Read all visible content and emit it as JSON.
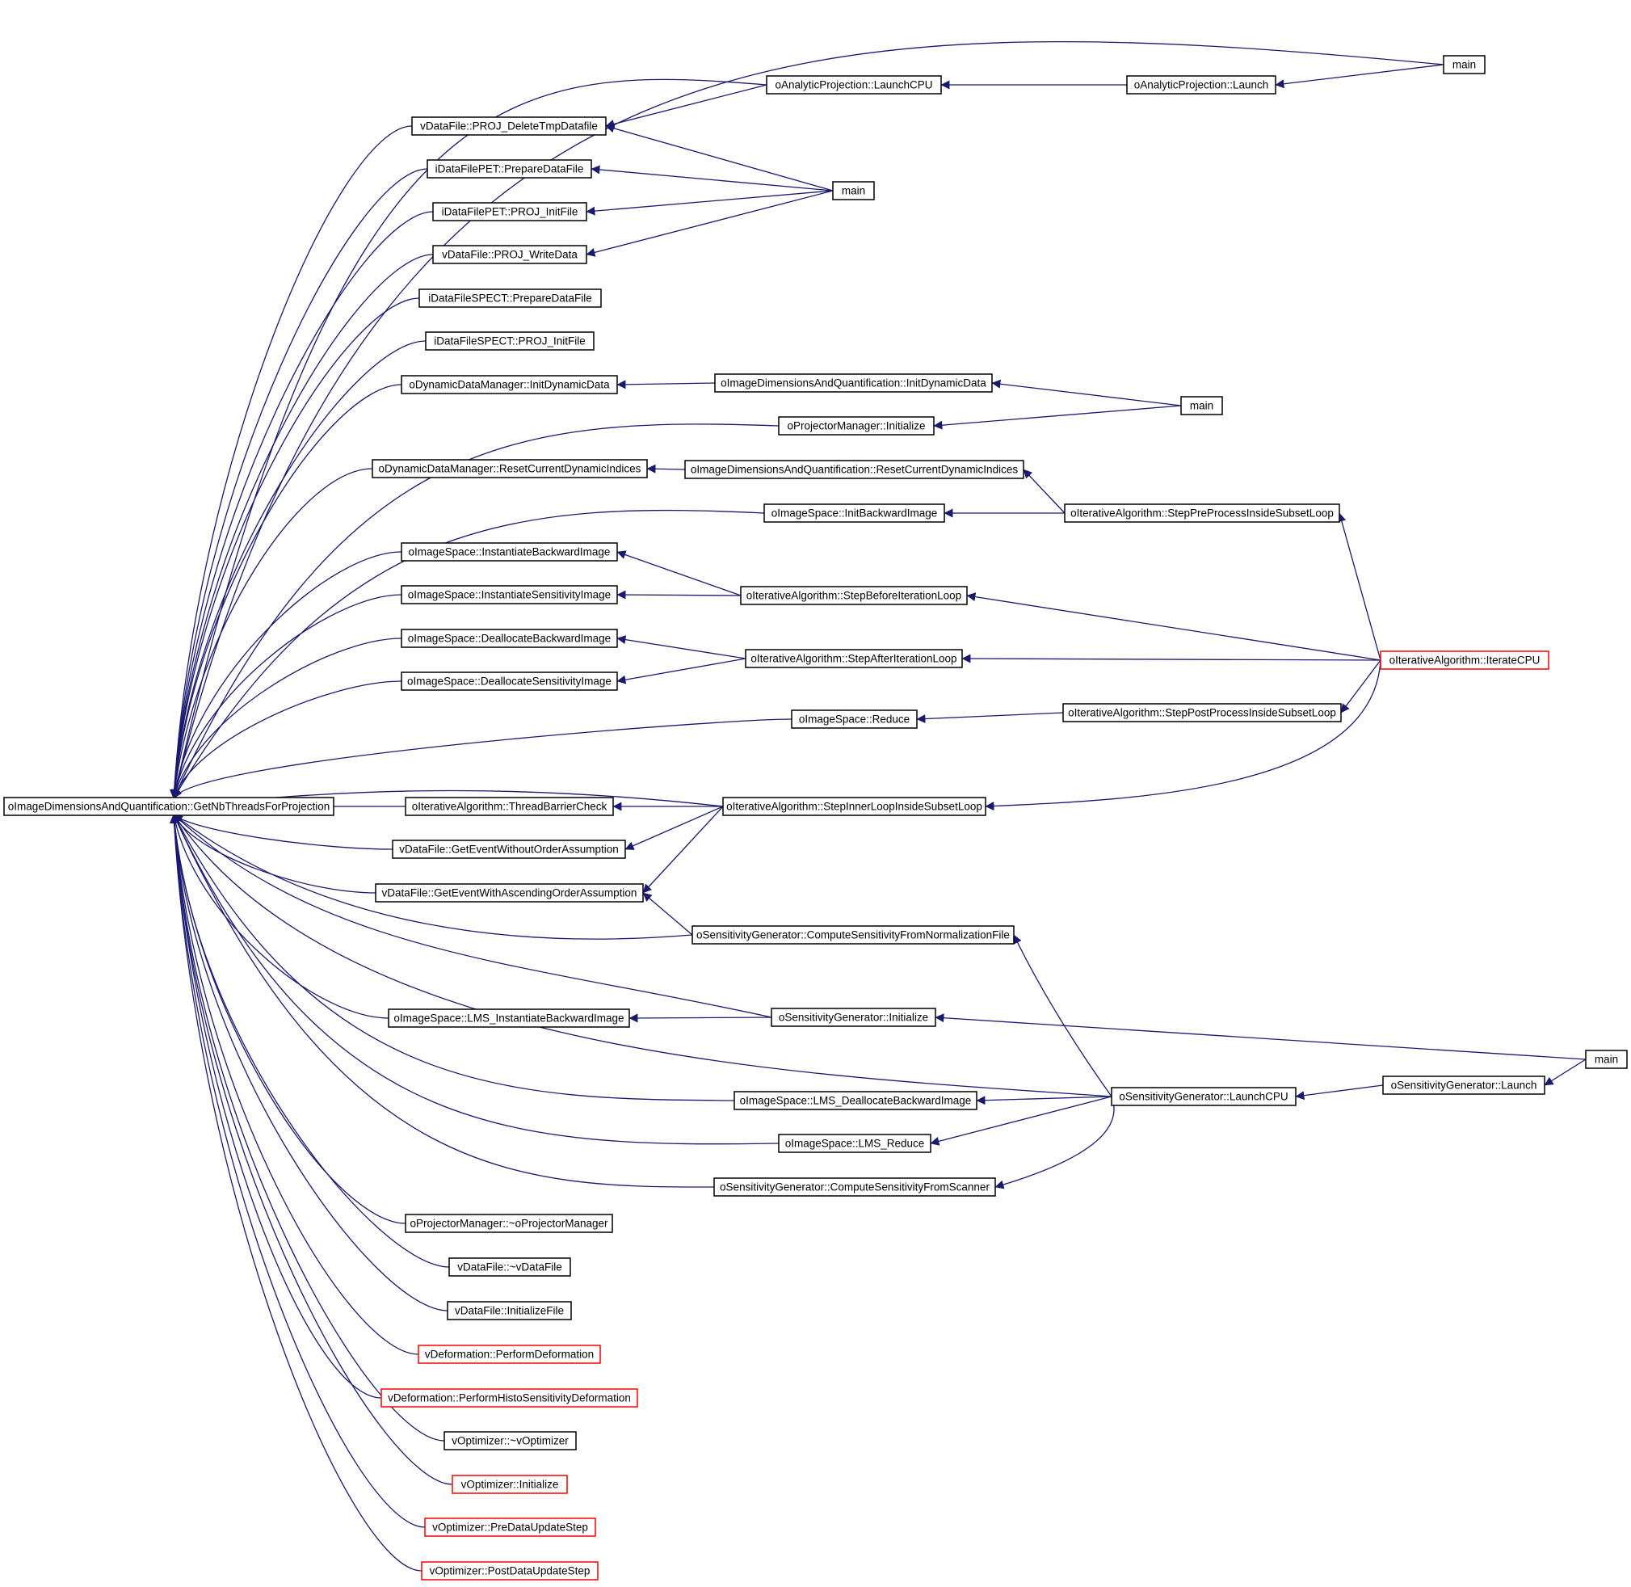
{
  "colors": {
    "edge": "#191970",
    "box_border": "#000000",
    "box_border_truncated": "#ff0000",
    "root_fill": "#bfbfbf",
    "node_fill": "#ffffff",
    "text": "#000000"
  },
  "nodes": {
    "n0": {
      "label": "oImageDimensionsAndQuantification::GetNbThreadsForProjection",
      "root": true
    },
    "n1": {
      "label": "vDataFile::PROJ_DeleteTmpDatafile"
    },
    "n2": {
      "label": "iDataFilePET::PrepareDataFile"
    },
    "n3": {
      "label": "iDataFilePET::PROJ_InitFile"
    },
    "n4": {
      "label": "vDataFile::PROJ_WriteData"
    },
    "n5": {
      "label": "iDataFileSPECT::PrepareDataFile"
    },
    "n6": {
      "label": "iDataFileSPECT::PROJ_InitFile"
    },
    "n7": {
      "label": "oDynamicDataManager::InitDynamicData"
    },
    "n8": {
      "label": "oDynamicDataManager::ResetCurrentDynamicIndices"
    },
    "n9": {
      "label": "oImageSpace::InstantiateBackwardImage"
    },
    "n10": {
      "label": "oImageSpace::InstantiateSensitivityImage"
    },
    "n11": {
      "label": "oImageSpace::DeallocateBackwardImage"
    },
    "n12": {
      "label": "oImageSpace::DeallocateSensitivityImage"
    },
    "n13": {
      "label": "oIterativeAlgorithm::ThreadBarrierCheck"
    },
    "n14": {
      "label": "vDataFile::GetEventWithoutOrderAssumption"
    },
    "n15": {
      "label": "vDataFile::GetEventWithAscendingOrderAssumption"
    },
    "n16": {
      "label": "oImageSpace::LMS_InstantiateBackwardImage"
    },
    "n17": {
      "label": "oProjectorManager::~oProjectorManager"
    },
    "n18": {
      "label": "vDataFile::~vDataFile"
    },
    "n19": {
      "label": "vDataFile::InitializeFile"
    },
    "n20": {
      "label": "vDeformation::PerformDeformation",
      "truncated": true
    },
    "n21": {
      "label": "vDeformation::PerformHistoSensitivityDeformation",
      "truncated": true
    },
    "n22": {
      "label": "vOptimizer::~vOptimizer"
    },
    "n23": {
      "label": "vOptimizer::Initialize",
      "truncated": true
    },
    "n24": {
      "label": "vOptimizer::PreDataUpdateStep",
      "truncated": true
    },
    "n25": {
      "label": "vOptimizer::PostDataUpdateStep",
      "truncated": true
    },
    "n26": {
      "label": "oAnalyticProjection::LaunchCPU"
    },
    "n27": {
      "label": "main"
    },
    "n28": {
      "label": "oImageDimensionsAndQuantification::InitDynamicData"
    },
    "n29": {
      "label": "oProjectorManager::Initialize"
    },
    "n30": {
      "label": "oImageDimensionsAndQuantification::ResetCurrentDynamicIndices"
    },
    "n31": {
      "label": "oImageSpace::InitBackwardImage"
    },
    "n32": {
      "label": "oIterativeAlgorithm::StepBeforeIterationLoop"
    },
    "n33": {
      "label": "oIterativeAlgorithm::StepAfterIterationLoop"
    },
    "n34": {
      "label": "oImageSpace::Reduce"
    },
    "n35": {
      "label": "oIterativeAlgorithm::StepInnerLoopInsideSubsetLoop"
    },
    "n36": {
      "label": "oSensitivityGenerator::ComputeSensitivityFromNormalizationFile"
    },
    "n37": {
      "label": "oSensitivityGenerator::Initialize"
    },
    "n38": {
      "label": "oImageSpace::LMS_DeallocateBackwardImage"
    },
    "n39": {
      "label": "oImageSpace::LMS_Reduce"
    },
    "n40": {
      "label": "oSensitivityGenerator::ComputeSensitivityFromScanner"
    },
    "n41": {
      "label": "oAnalyticProjection::Launch"
    },
    "n42": {
      "label": "main"
    },
    "n43": {
      "label": "oIterativeAlgorithm::StepPreProcessInsideSubsetLoop"
    },
    "n44": {
      "label": "oIterativeAlgorithm::IterateCPU",
      "truncated": true
    },
    "n45": {
      "label": "oIterativeAlgorithm::StepPostProcessInsideSubsetLoop"
    },
    "n46": {
      "label": "oSensitivityGenerator::LaunchCPU"
    },
    "n47": {
      "label": "main"
    },
    "n48": {
      "label": "oSensitivityGenerator::Launch"
    },
    "n49": {
      "label": "main"
    }
  },
  "edges": [
    [
      "n1",
      "n0"
    ],
    [
      "n2",
      "n0"
    ],
    [
      "n3",
      "n0"
    ],
    [
      "n4",
      "n0"
    ],
    [
      "n5",
      "n0"
    ],
    [
      "n6",
      "n0"
    ],
    [
      "n7",
      "n0"
    ],
    [
      "n8",
      "n0"
    ],
    [
      "n9",
      "n0"
    ],
    [
      "n10",
      "n0"
    ],
    [
      "n11",
      "n0"
    ],
    [
      "n12",
      "n0"
    ],
    [
      "n13",
      "n0"
    ],
    [
      "n14",
      "n0"
    ],
    [
      "n15",
      "n0"
    ],
    [
      "n16",
      "n0"
    ],
    [
      "n17",
      "n0"
    ],
    [
      "n18",
      "n0"
    ],
    [
      "n19",
      "n0"
    ],
    [
      "n20",
      "n0"
    ],
    [
      "n21",
      "n0"
    ],
    [
      "n22",
      "n0"
    ],
    [
      "n23",
      "n0"
    ],
    [
      "n24",
      "n0"
    ],
    [
      "n25",
      "n0"
    ],
    [
      "n26",
      "n0"
    ],
    [
      "n29",
      "n0"
    ],
    [
      "n31",
      "n0"
    ],
    [
      "n34",
      "n0"
    ],
    [
      "n35",
      "n0"
    ],
    [
      "n36",
      "n0"
    ],
    [
      "n37",
      "n0"
    ],
    [
      "n38",
      "n0"
    ],
    [
      "n39",
      "n0"
    ],
    [
      "n40",
      "n0"
    ],
    [
      "n46",
      "n0"
    ],
    [
      "n49",
      "n0"
    ],
    [
      "n26",
      "n1"
    ],
    [
      "n27",
      "n1"
    ],
    [
      "n27",
      "n2"
    ],
    [
      "n27",
      "n3"
    ],
    [
      "n27",
      "n4"
    ],
    [
      "n28",
      "n7"
    ],
    [
      "n30",
      "n8"
    ],
    [
      "n32",
      "n9"
    ],
    [
      "n32",
      "n10"
    ],
    [
      "n33",
      "n11"
    ],
    [
      "n33",
      "n12"
    ],
    [
      "n35",
      "n13"
    ],
    [
      "n35",
      "n14"
    ],
    [
      "n35",
      "n15"
    ],
    [
      "n36",
      "n15"
    ],
    [
      "n37",
      "n16"
    ],
    [
      "n41",
      "n26"
    ],
    [
      "n49",
      "n41"
    ],
    [
      "n42",
      "n28"
    ],
    [
      "n42",
      "n29"
    ],
    [
      "n43",
      "n30"
    ],
    [
      "n43",
      "n31"
    ],
    [
      "n44",
      "n32"
    ],
    [
      "n44",
      "n33"
    ],
    [
      "n45",
      "n34"
    ],
    [
      "n44",
      "n35"
    ],
    [
      "n46",
      "n36"
    ],
    [
      "n47",
      "n37"
    ],
    [
      "n46",
      "n38"
    ],
    [
      "n46",
      "n39"
    ],
    [
      "n46",
      "n40"
    ],
    [
      "n44",
      "n43"
    ],
    [
      "n44",
      "n45"
    ],
    [
      "n48",
      "n46"
    ],
    [
      "n47",
      "n48"
    ]
  ]
}
